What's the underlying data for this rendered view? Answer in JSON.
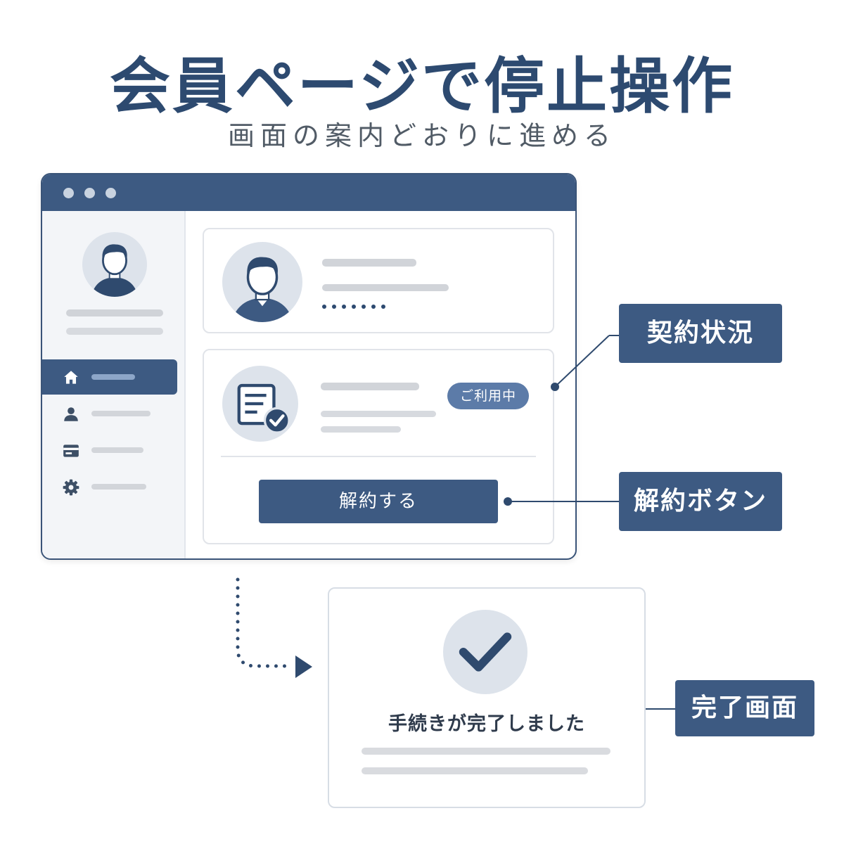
{
  "header": {
    "title": "会員ページで停止操作",
    "subtitle": "画面の案内どおりに進める"
  },
  "status_card": {
    "badge": "ご利用中",
    "cancel_button": "解約する"
  },
  "callouts": {
    "contract_status": "契約状況",
    "cancel_button": "解約ボタン",
    "complete_screen": "完了画面"
  },
  "complete_card": {
    "message": "手続きが完了しました"
  },
  "icons": {
    "nav": [
      "home-icon",
      "user-icon",
      "card-icon",
      "gear-icon"
    ],
    "status": "document-check-icon",
    "complete": "checkmark-icon"
  },
  "colors": {
    "primary": "#3d5a82",
    "title": "#2d4a70",
    "badge": "#5c7ba8",
    "placeholder": "#d1d4d9",
    "avatar_bg": "#dde3eb"
  }
}
